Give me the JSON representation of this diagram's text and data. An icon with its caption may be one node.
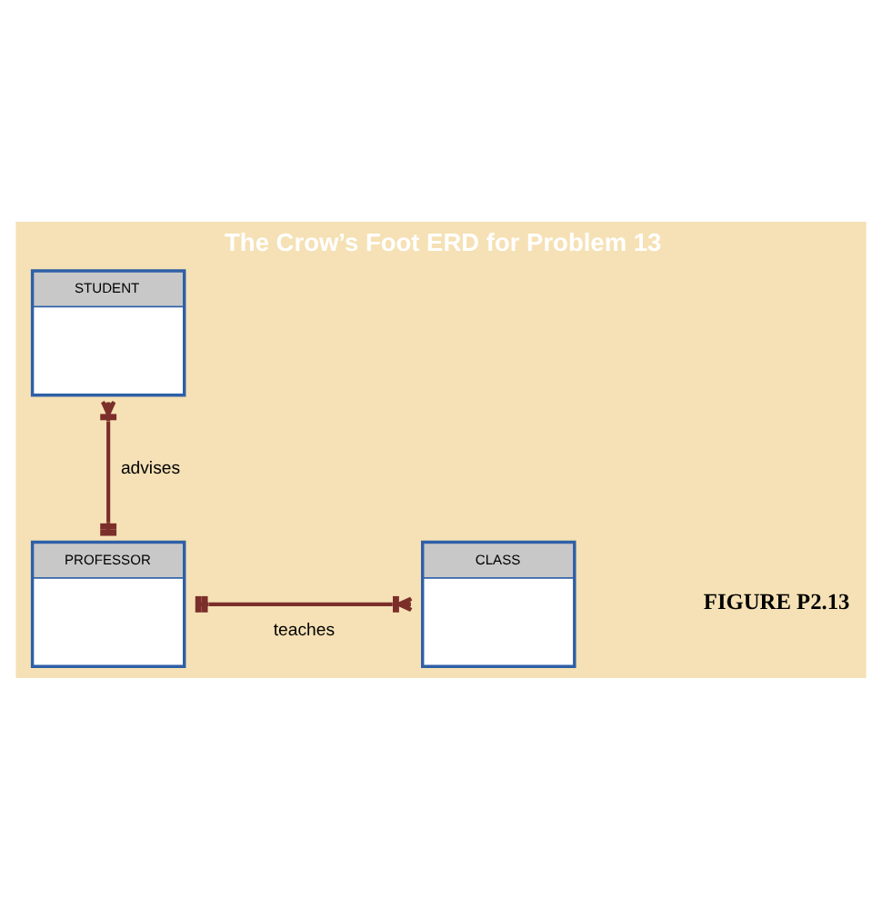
{
  "diagram": {
    "title": "The Crow’s Foot ERD for Problem 13",
    "nodes": [
      {
        "text": [
          "STUDENT"
        ]
      },
      {
        "text": [
          "PROFESSOR"
        ]
      },
      {
        "text": [
          "CLASS"
        ]
      }
    ],
    "edges": [
      {
        "from": 1,
        "to": 0,
        "arrow": "other",
        "label": "advises"
      },
      {
        "from": 1,
        "to": 2,
        "arrow": "other",
        "label": "teaches"
      }
    ],
    "labels": [
      "FIGURE P2.13"
    ]
  }
}
